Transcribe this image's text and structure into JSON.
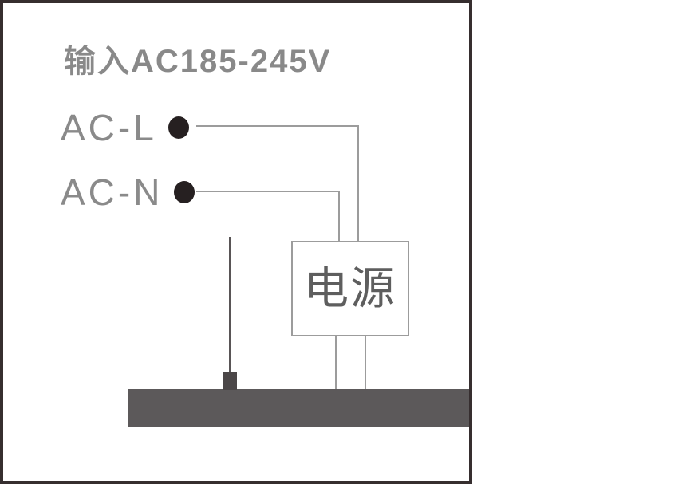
{
  "diagram": {
    "title": "输入AC185-245V",
    "input_terminals": [
      {
        "label": "AC-L"
      },
      {
        "label": "AC-N"
      }
    ],
    "power_box": {
      "label": "电源"
    },
    "colors": {
      "frame_border": "#362e2f",
      "title_text": "#898989",
      "terminal_label_text": "#8a8a8a",
      "terminal_dot": "#262021",
      "wire": "#9c9c9c",
      "power_box_border": "#9c9c9c",
      "power_box_text": "#5e5e5e",
      "mounting_bar": "#5c595a",
      "antenna_mast": "#595556",
      "antenna_base": "#4b4748"
    }
  }
}
